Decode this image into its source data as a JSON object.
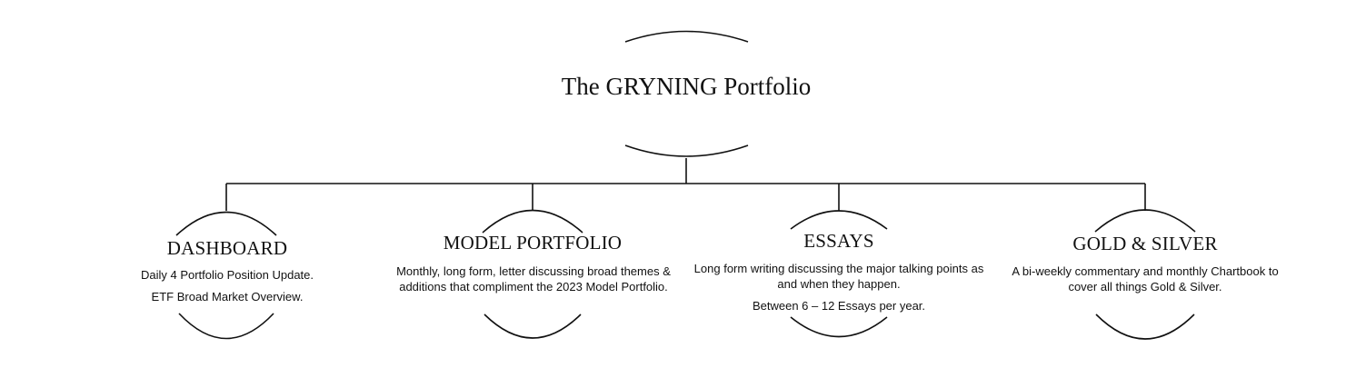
{
  "root": {
    "title": "The GRYNING Portfolio"
  },
  "nodes": [
    {
      "title": "DASHBOARD",
      "lines": [
        "Daily 4 Portfolio Position Update.",
        "ETF Broad Market Overview."
      ]
    },
    {
      "title": "MODEL PORTFOLIO",
      "lines": [
        "Monthly, long form, letter discussing broad themes & additions that compliment the 2023 Model Portfolio."
      ]
    },
    {
      "title": "ESSAYS",
      "lines": [
        "Long form writing discussing the major talking points as and when they happen.",
        "Between 6 – 12 Essays per year."
      ]
    },
    {
      "title": "GOLD & SILVER",
      "lines": [
        "A bi-weekly commentary and monthly Chartbook to cover all things Gold & Silver."
      ]
    }
  ],
  "colors": {
    "line": "#111111",
    "text": "#111111",
    "background": "#ffffff"
  }
}
